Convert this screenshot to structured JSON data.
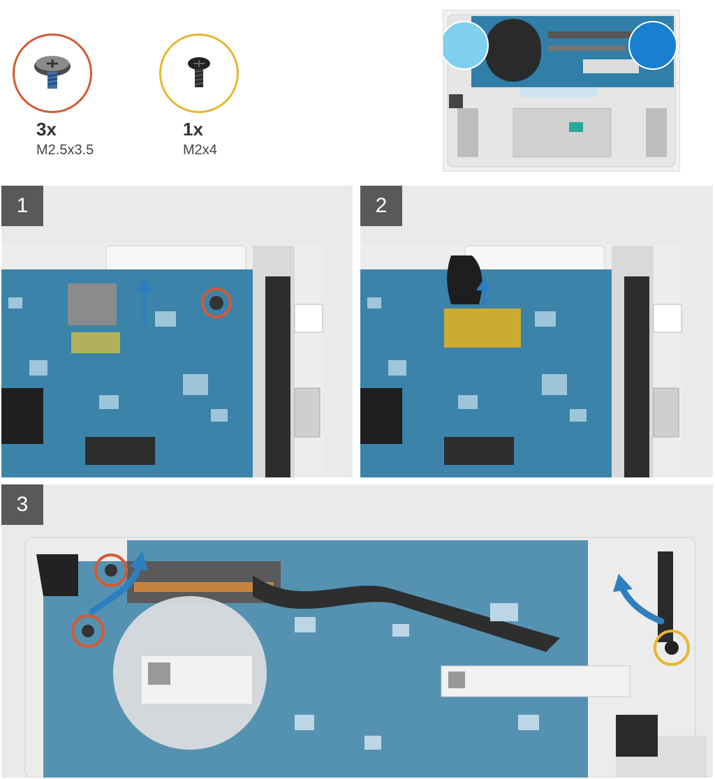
{
  "screws": [
    {
      "qty": "3x",
      "size": "M2.5x3.5",
      "ring_color": "#d35a33"
    },
    {
      "qty": "1x",
      "size": "M2x4",
      "ring_color": "#e9b62f"
    }
  ],
  "steps": [
    {
      "number": "1"
    },
    {
      "number": "2"
    },
    {
      "number": "3"
    }
  ],
  "colors": {
    "panel_bg": "#e9eaea",
    "board": "#3b83a8",
    "arrow": "#2d7fc0",
    "badge": "#58595b"
  }
}
